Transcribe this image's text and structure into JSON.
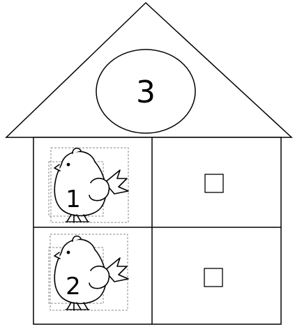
{
  "roof": {
    "number": "3"
  },
  "rows": [
    {
      "bird_number": "1",
      "answer_box": ""
    },
    {
      "bird_number": "2",
      "answer_box": ""
    }
  ],
  "colors": {
    "stroke": "#000000",
    "background": "#ffffff",
    "dashed_frame": "#888888"
  },
  "icons": {
    "bird": "bird-icon",
    "answer_box": "empty-square-box"
  }
}
